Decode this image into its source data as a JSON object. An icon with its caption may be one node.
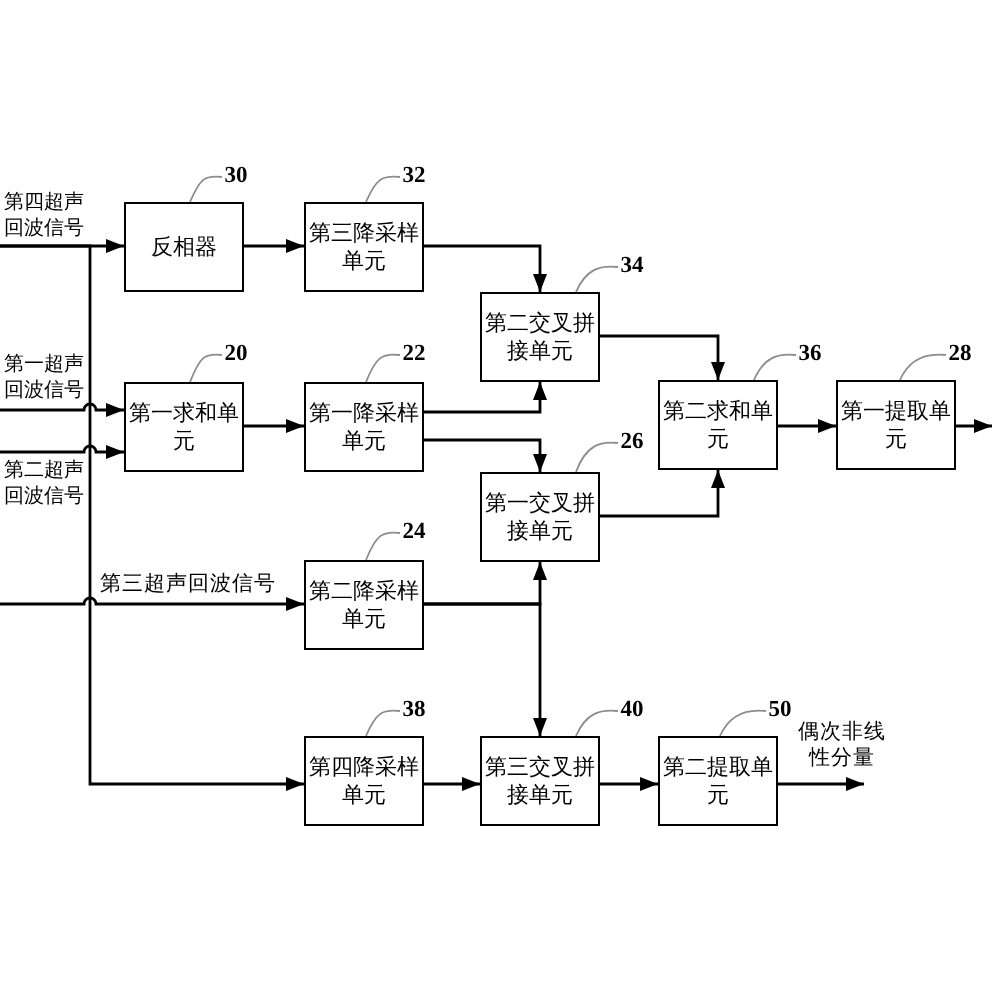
{
  "diagram": {
    "nodes": [
      {
        "text": [
          "第四超声回波信号"
        ]
      },
      {
        "text": [
          "30"
        ]
      },
      {
        "text": [
          "反相器"
        ]
      },
      {
        "text": [
          "32"
        ]
      },
      {
        "text": [
          "第三降采样单元"
        ]
      },
      {
        "text": [
          "34"
        ]
      },
      {
        "text": [
          "第二交叉拼接单元"
        ]
      },
      {
        "text": [
          "第一超声回波信号"
        ]
      },
      {
        "text": [
          "20"
        ]
      },
      {
        "text": [
          "第一求和单元"
        ]
      },
      {
        "text": [
          "22"
        ]
      },
      {
        "text": [
          "第一降采样单元"
        ]
      },
      {
        "text": [
          "36"
        ]
      },
      {
        "text": [
          "第二求和单元"
        ]
      },
      {
        "text": [
          "28"
        ]
      },
      {
        "text": [
          "第一提取单元"
        ]
      },
      {
        "text": [
          "第二超声回波信号"
        ]
      },
      {
        "text": [
          "26"
        ]
      },
      {
        "text": [
          "第一交叉拼接单元"
        ]
      },
      {
        "text": [
          "24"
        ]
      },
      {
        "text": [
          "第二降采样单元"
        ]
      },
      {
        "text": [
          "38"
        ]
      },
      {
        "text": [
          "第四降采样单元"
        ]
      },
      {
        "text": [
          "40"
        ]
      },
      {
        "text": [
          "第三交叉拼接单元"
        ]
      },
      {
        "text": [
          "50"
        ]
      },
      {
        "text": [
          "第二提取单元"
        ]
      }
    ],
    "edges": [
      {
        "from": 0,
        "to": 2,
        "arrow": "to"
      },
      {
        "from": 0,
        "to": 22,
        "arrow": "to"
      },
      {
        "from": 1,
        "to": 2,
        "arrow": "none",
        "color": "#8c8c8c"
      },
      {
        "from": 2,
        "to": 4,
        "arrow": "to"
      },
      {
        "from": 3,
        "to": 4,
        "arrow": "none",
        "color": "#8c8c8c"
      },
      {
        "from": 4,
        "to": 6,
        "arrow": "to"
      },
      {
        "from": 5,
        "to": 6,
        "arrow": "none",
        "color": "#8c8c8c"
      },
      {
        "from": 7,
        "to": 9,
        "arrow": "to"
      },
      {
        "from": 16,
        "to": 9,
        "arrow": "to"
      },
      {
        "from": 8,
        "to": 9,
        "arrow": "none",
        "color": "#8c8c8c"
      },
      {
        "from": 9,
        "to": 11,
        "arrow": "to"
      },
      {
        "from": 10,
        "to": 11,
        "arrow": "none",
        "color": "#8c8c8c"
      },
      {
        "from": 11,
        "to": 6,
        "arrow": "to"
      },
      {
        "from": 11,
        "to": 18,
        "arrow": "to"
      },
      {
        "from": 6,
        "to": 13,
        "arrow": "to"
      },
      {
        "from": 18,
        "to": 13,
        "arrow": "to"
      },
      {
        "from": 12,
        "to": 13,
        "arrow": "none",
        "color": "#8c8c8c"
      },
      {
        "from": 13,
        "to": 15,
        "arrow": "to"
      },
      {
        "from": 14,
        "to": 15,
        "arrow": "none",
        "color": "#8c8c8c"
      },
      {
        "from": 15,
        "to": null,
        "arrow": "to"
      },
      {
        "from": 17,
        "to": 18,
        "arrow": "none",
        "color": "#8c8c8c"
      },
      {
        "from": null,
        "to": 20,
        "arrow": "to",
        "label": "第三超声回波信号"
      },
      {
        "from": 19,
        "to": 20,
        "arrow": "none",
        "color": "#8c8c8c"
      },
      {
        "from": 20,
        "to": 18,
        "arrow": "to"
      },
      {
        "from": 20,
        "to": 24,
        "arrow": "to"
      },
      {
        "from": 21,
        "to": 22,
        "arrow": "none",
        "color": "#8c8c8c"
      },
      {
        "from": 22,
        "to": 24,
        "arrow": "to"
      },
      {
        "from": 23,
        "to": 24,
        "arrow": "none",
        "color": "#8c8c8c"
      },
      {
        "from": 24,
        "to": 26,
        "arrow": "to"
      },
      {
        "from": 25,
        "to": 26,
        "arrow": "none",
        "color": "#8c8c8c"
      },
      {
        "from": 26,
        "to": null,
        "arrow": "to",
        "label": "偶次非线性分量"
      }
    ]
  }
}
